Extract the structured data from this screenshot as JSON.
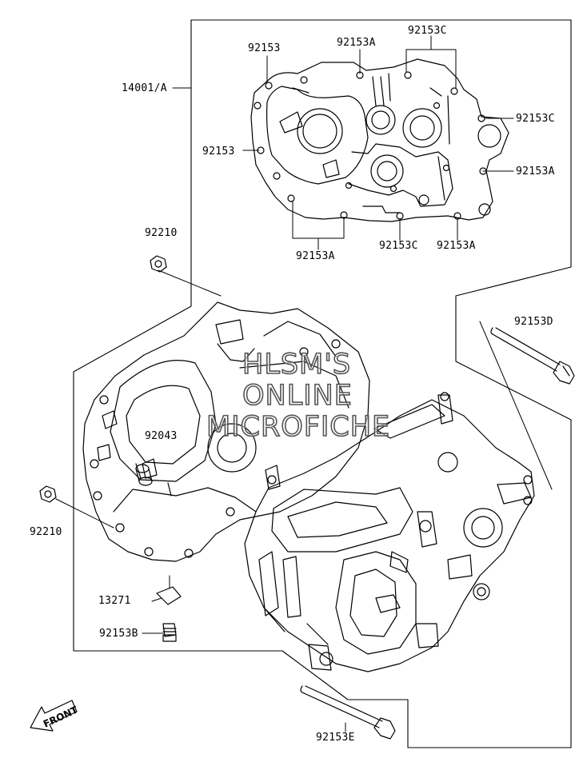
{
  "watermark": {
    "line1": "HLSM'S",
    "line2": "ONLINE",
    "line3": "MICROFICHE"
  },
  "front_label": "FRONT",
  "parts": [
    {
      "id": "p-14001a",
      "label": "14001/A"
    },
    {
      "id": "p-92153-top",
      "label": "92153"
    },
    {
      "id": "p-92153a-top",
      "label": "92153A"
    },
    {
      "id": "p-92153c-top",
      "label": "92153C"
    },
    {
      "id": "p-92153c-right",
      "label": "92153C"
    },
    {
      "id": "p-92153-left",
      "label": "92153"
    },
    {
      "id": "p-92153a-right",
      "label": "92153A"
    },
    {
      "id": "p-92153a-bottom",
      "label": "92153A"
    },
    {
      "id": "p-92153c-bottom",
      "label": "92153C"
    },
    {
      "id": "p-92153a-bottom-right",
      "label": "92153A"
    },
    {
      "id": "p-92210-top",
      "label": "92210"
    },
    {
      "id": "p-92153d",
      "label": "92153D"
    },
    {
      "id": "p-92043",
      "label": "92043"
    },
    {
      "id": "p-92210-left",
      "label": "92210"
    },
    {
      "id": "p-13271",
      "label": "13271"
    },
    {
      "id": "p-92153b",
      "label": "92153B"
    },
    {
      "id": "p-92153e",
      "label": "92153E"
    }
  ]
}
